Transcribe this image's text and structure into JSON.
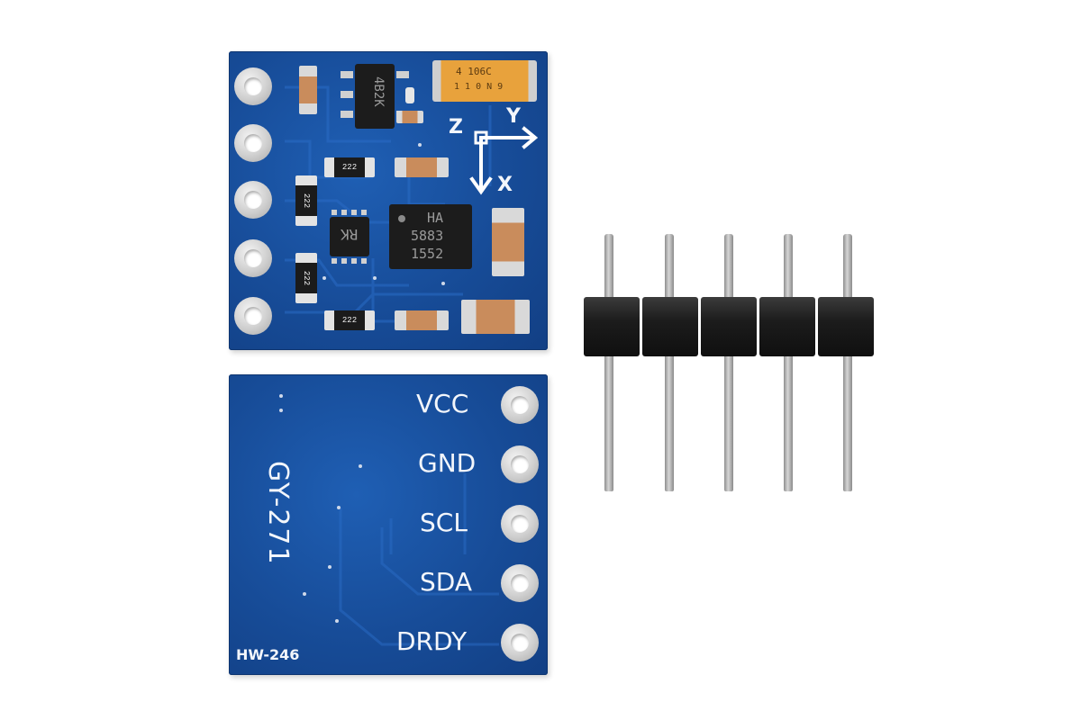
{
  "product": {
    "top_board": {
      "chip_main": [
        "HA",
        "5883",
        "1552"
      ],
      "chip_regulator": "4B2K",
      "chip_small": "RK",
      "capacitor_tantalum": [
        "4 106C",
        "1 1 0 N 9"
      ],
      "resistor_label": "222",
      "axis_labels": {
        "z": "Z",
        "y": "Y",
        "x": "X"
      }
    },
    "bottom_board": {
      "model": "GY-271",
      "revision": "HW-246",
      "pins": [
        "VCC",
        "GND",
        "SCL",
        "SDA",
        "DRDY"
      ]
    },
    "header_pin_count": 5
  },
  "colors": {
    "pcb": "#174c98",
    "silkscreen": "#f3f6fb",
    "header_plastic": "#1a1a1a",
    "pin_metal": "#c0c0c0",
    "capacitor_tantalum": "#e8a23c"
  }
}
